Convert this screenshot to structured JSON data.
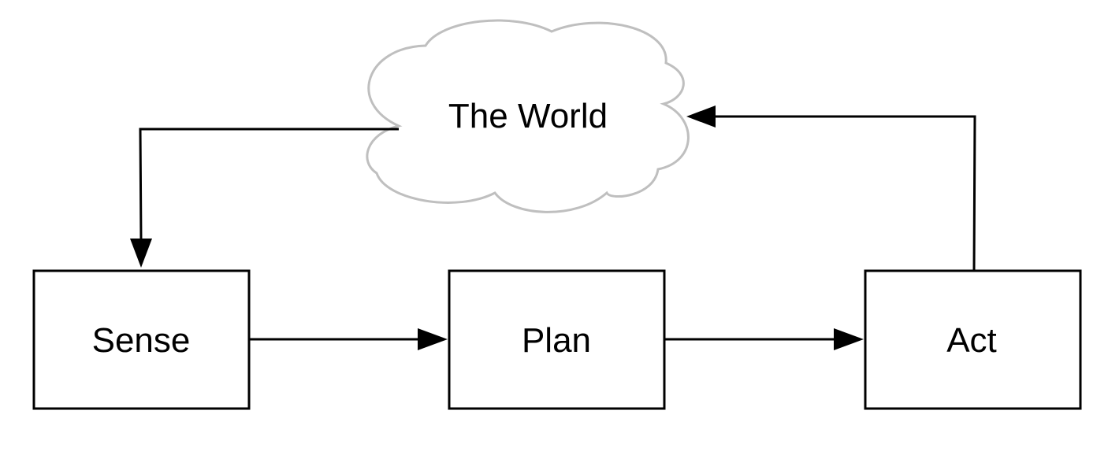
{
  "diagram": {
    "world": {
      "label": "The World",
      "stroke_color": "#bfbfbf"
    },
    "boxes": [
      {
        "id": "sense",
        "label": "Sense"
      },
      {
        "id": "plan",
        "label": "Plan"
      },
      {
        "id": "act",
        "label": "Act"
      }
    ],
    "edges": [
      {
        "from": "world",
        "to": "sense"
      },
      {
        "from": "sense",
        "to": "plan"
      },
      {
        "from": "plan",
        "to": "act"
      },
      {
        "from": "act",
        "to": "world"
      }
    ],
    "line_color": "#000000"
  }
}
